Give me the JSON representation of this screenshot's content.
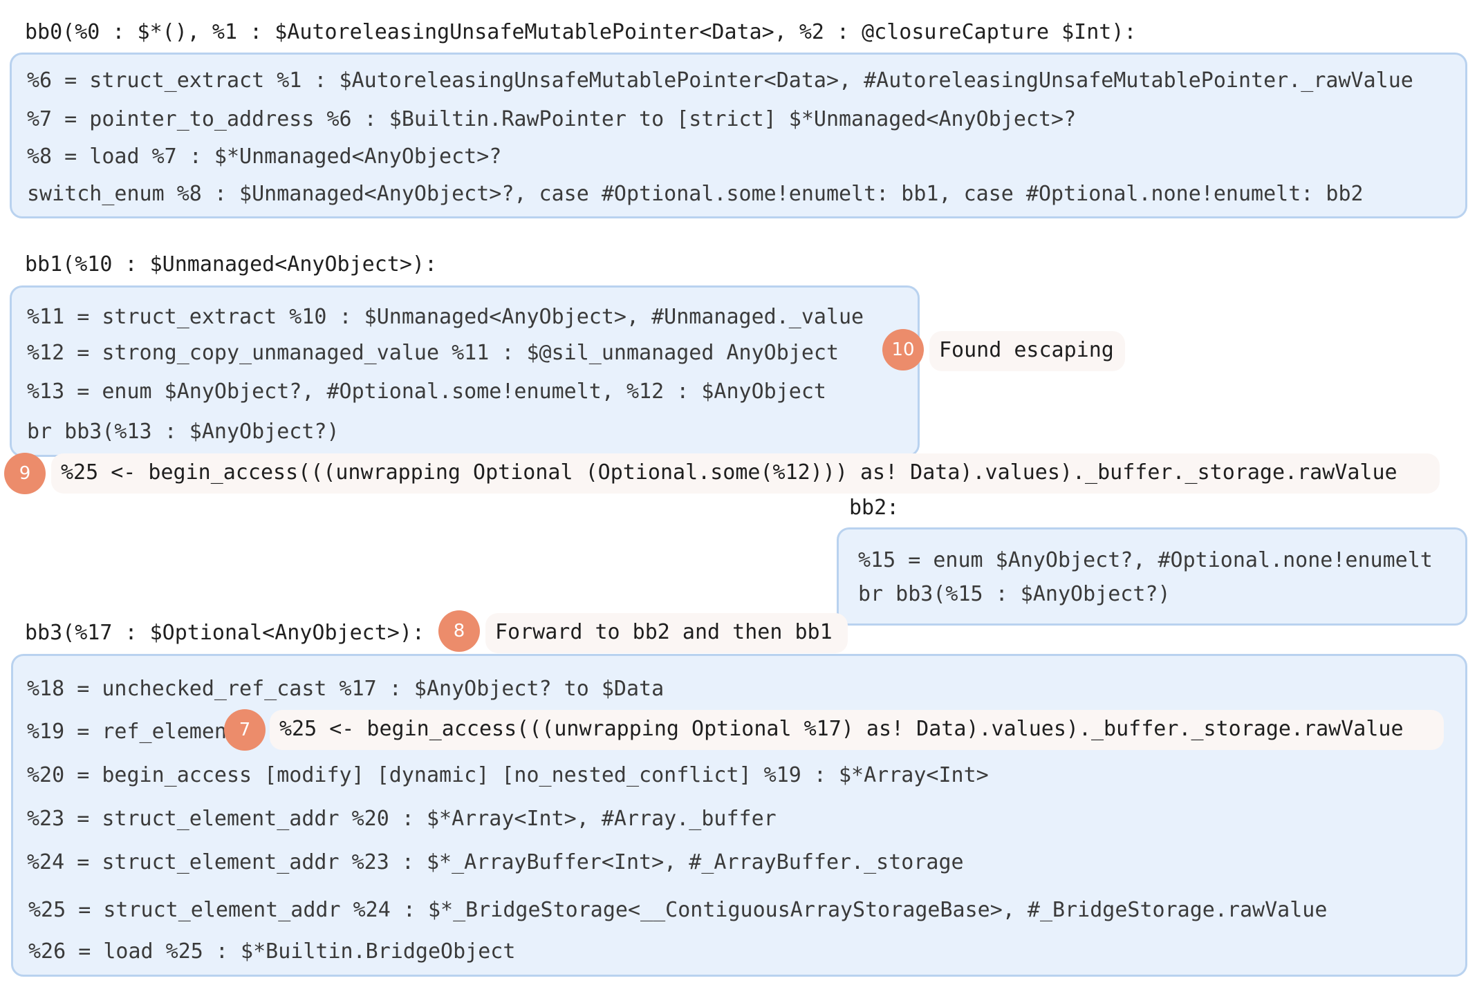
{
  "bb0": {
    "header": "bb0(%0 : $*(), %1 : $AutoreleasingUnsafeMutablePointer<Data>, %2 : @closureCapture $Int):",
    "lines": [
      "%6 = struct_extract %1 : $AutoreleasingUnsafeMutablePointer<Data>, #AutoreleasingUnsafeMutablePointer._rawValue",
      "%7 = pointer_to_address %6 : $Builtin.RawPointer to [strict] $*Unmanaged<AnyObject>?",
      "%8 = load %7 : $*Unmanaged<AnyObject>?",
      "switch_enum %8 : $Unmanaged<AnyObject>?, case #Optional.some!enumelt: bb1, case #Optional.none!enumelt: bb2"
    ]
  },
  "bb1": {
    "header": "bb1(%10 : $Unmanaged<AnyObject>):",
    "lines": [
      "%11 = struct_extract %10 : $Unmanaged<AnyObject>, #Unmanaged._value",
      "%12 = strong_copy_unmanaged_value %11 : $@sil_unmanaged AnyObject",
      "%13 = enum $AnyObject?, #Optional.some!enumelt, %12 : $AnyObject",
      "br bb3(%13 : $AnyObject?)"
    ]
  },
  "bb2": {
    "header": "bb2:",
    "lines": [
      "%15 = enum $AnyObject?, #Optional.none!enumelt",
      "br bb3(%15 : $AnyObject?)"
    ]
  },
  "bb3": {
    "header": "bb3(%17 : $Optional<AnyObject>):",
    "lines": [
      "%18 = unchecked_ref_cast %17 : $AnyObject? to $Data",
      "%19 = ref_element_a",
      "%20 = begin_access [modify] [dynamic] [no_nested_conflict] %19 : $*Array<Int>",
      "%23 = struct_element_addr %20 : $*Array<Int>, #Array._buffer",
      "%24 = struct_element_addr %23 : $*_ArrayBuffer<Int>, #_ArrayBuffer._storage",
      "%25 = struct_element_addr %24 : $*_BridgeStorage<__ContiguousArrayStorageBase>, #_BridgeStorage.rawValue",
      "%26 = load %25 : $*Builtin.BridgeObject"
    ]
  },
  "annotations": {
    "step10": {
      "number": "10",
      "text": "Found escaping"
    },
    "step9": {
      "number": "9",
      "text": "%25 <- begin_access(((unwrapping Optional (Optional.some(%12))) as! Data).values)._buffer._storage.rawValue"
    },
    "step8": {
      "number": "8",
      "text": "Forward to bb2 and then bb1"
    },
    "step7": {
      "number": "7",
      "text": "%25 <- begin_access(((unwrapping Optional %17) as! Data).values)._buffer._storage.rawValue"
    }
  },
  "colors": {
    "block_fill": "#e8f1fc",
    "block_border": "#b9d2ef",
    "badge": "#ec8c6b",
    "note_fill": "#fbf6f4"
  }
}
